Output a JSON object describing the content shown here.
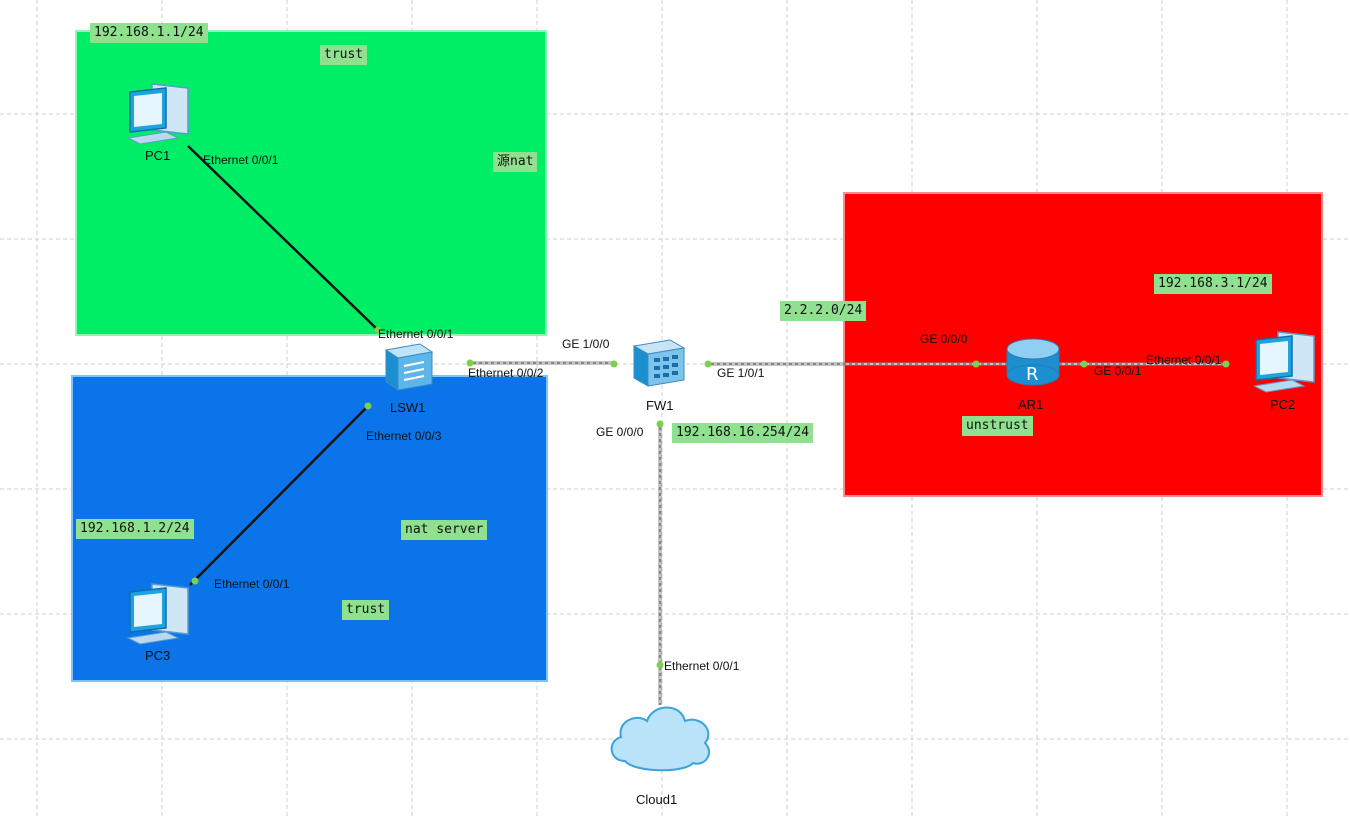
{
  "zones": {
    "trust_top": {
      "label": "trust",
      "subnet": "192.168.1.1/24",
      "note": "源nat"
    },
    "trust_bottom": {
      "label": "trust",
      "subnet": "192.168.1.2/24",
      "note": "nat server"
    },
    "untrust": {
      "label": "unstrust",
      "subnet": "192.168.3.1/24"
    }
  },
  "networks": {
    "wan": "2.2.2.0/24",
    "fw_dmz": "192.168.16.254/24"
  },
  "devices": {
    "pc1": "PC1",
    "pc2": "PC2",
    "pc3": "PC3",
    "lsw1": "LSW1",
    "fw1": "FW1",
    "ar1": "AR1",
    "cloud1": "Cloud1"
  },
  "ports": {
    "pc1_eth": "Ethernet 0/0/1",
    "lsw_e1": "Ethernet 0/0/1",
    "lsw_e2": "Ethernet 0/0/2",
    "lsw_e3": "Ethernet 0/0/3",
    "pc3_eth": "Ethernet 0/0/1",
    "fw_ge100": "GE 1/0/0",
    "fw_ge101": "GE 1/0/1",
    "fw_ge000": "GE 0/0/0",
    "ar_ge000": "GE 0/0/0",
    "ar_ge001": "GE 0/0/1",
    "pc2_eth": "Ethernet 0/0/1",
    "cloud_eth": "Ethernet 0/0/1"
  },
  "colors": {
    "trust_zone": "#00ee66",
    "server_zone": "#0a74e8",
    "untrust_zone": "#ff0000",
    "tag_bg": "#8fe08f"
  }
}
